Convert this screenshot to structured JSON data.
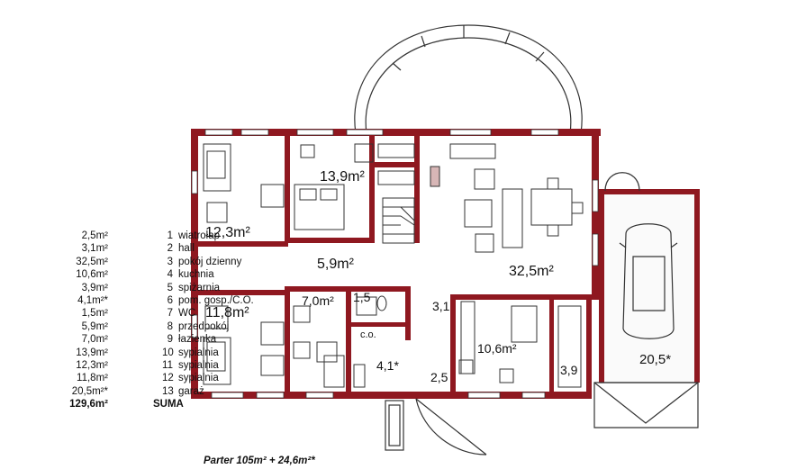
{
  "legend": [
    {
      "num": "1",
      "name": "wiatrołap",
      "area": "2,5m²"
    },
    {
      "num": "2",
      "name": "hall",
      "area": "3,1m²"
    },
    {
      "num": "3",
      "name": "pokój dzienny",
      "area": "32,5m²"
    },
    {
      "num": "4",
      "name": "kuchnia",
      "area": "10,6m²"
    },
    {
      "num": "5",
      "name": "spiżarnia",
      "area": "3,9m²"
    },
    {
      "num": "6",
      "name": "pom. gosp./C.O.",
      "area": "4,1m²*"
    },
    {
      "num": "7",
      "name": "WC",
      "area": "1,5m²"
    },
    {
      "num": "8",
      "name": "przedpokój",
      "area": "5,9m²"
    },
    {
      "num": "9",
      "name": "łazienka",
      "area": "7,0m²"
    },
    {
      "num": "10",
      "name": "sypialnia",
      "area": "13,9m²"
    },
    {
      "num": "11",
      "name": "sypialnia",
      "area": "12,3m²"
    },
    {
      "num": "12",
      "name": "sypialnia",
      "area": "11,8m²"
    },
    {
      "num": "13",
      "name": "garaż",
      "area": "20,5m²*"
    }
  ],
  "sum": {
    "name": "SUMA",
    "area": "129,6m²"
  },
  "caption": "Parter 105m² + 24,6m²*",
  "rooms": {
    "r10": "13,9m²",
    "r11": "12,3m²",
    "r12": "11,8m²",
    "r8": "5,9m²",
    "r3": "32,5m²",
    "r9": "7,0m²",
    "r7": "1,5",
    "r2": "3,1",
    "r6": "4,1*",
    "r1": "2,5",
    "r4": "10,6m²",
    "r5": "3,9",
    "r13": "20,5*",
    "co": "c.o."
  },
  "colors": {
    "wall": "#8f1820",
    "line": "#333333",
    "stair": "#8f1820"
  }
}
